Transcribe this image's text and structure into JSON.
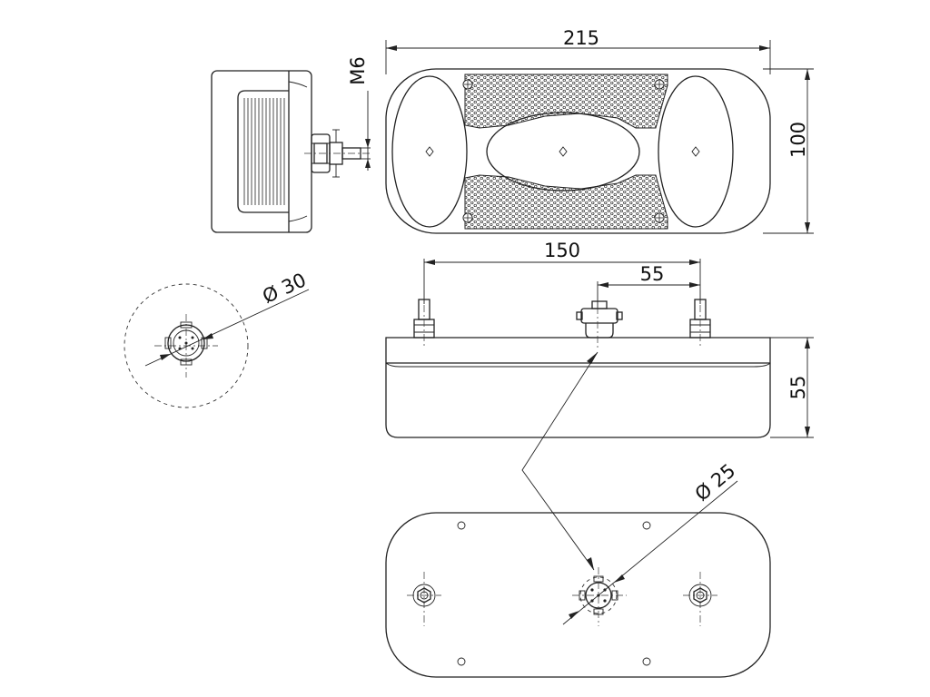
{
  "dimensions": {
    "width_top": "215",
    "height_front": "100",
    "thread": "M6",
    "stud_spacing": "150",
    "connector_offset": "55",
    "depth_side": "55",
    "circle_diameter_left": "Ø 30",
    "circle_diameter_bottom": "Ø 25"
  },
  "colors": {
    "line": "#222222",
    "fill_light": "#e9e9e9",
    "background": "#ffffff"
  }
}
